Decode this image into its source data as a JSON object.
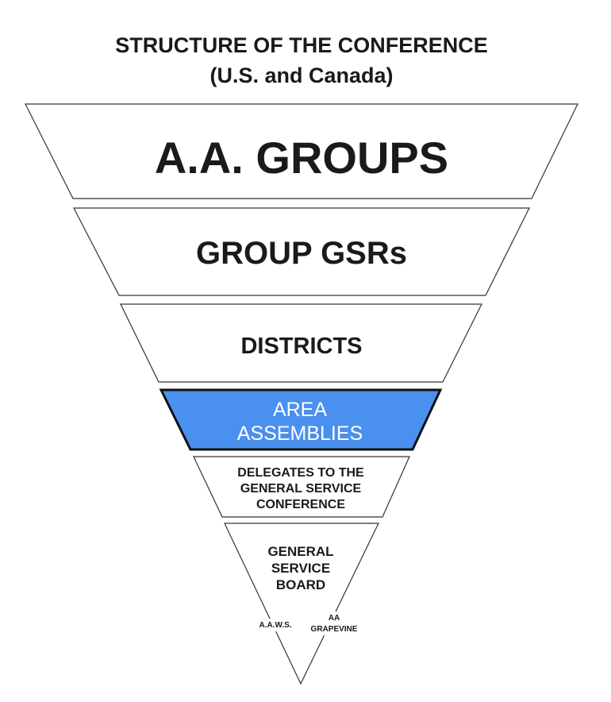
{
  "title": {
    "line1": "STRUCTURE OF THE CONFERENCE",
    "line2": "(U.S. and Canada)"
  },
  "tiers": [
    {
      "lines": [
        "A.A. GROUPS"
      ]
    },
    {
      "lines": [
        "GROUP GSRs"
      ]
    },
    {
      "lines": [
        "DISTRICTS"
      ]
    },
    {
      "lines": [
        "AREA",
        "ASSEMBLIES"
      ],
      "highlighted": true
    },
    {
      "lines": [
        "DELEGATES TO THE",
        "GENERAL SERVICE",
        "CONFERENCE"
      ]
    },
    {
      "lines": [
        "GENERAL",
        "SERVICE",
        "BOARD"
      ]
    }
  ],
  "sub_boards": {
    "left": "A.A.W.S.",
    "right_line1": "AA",
    "right_line2": "GRAPEVINE"
  },
  "colors": {
    "highlight": "#4a90ee"
  }
}
